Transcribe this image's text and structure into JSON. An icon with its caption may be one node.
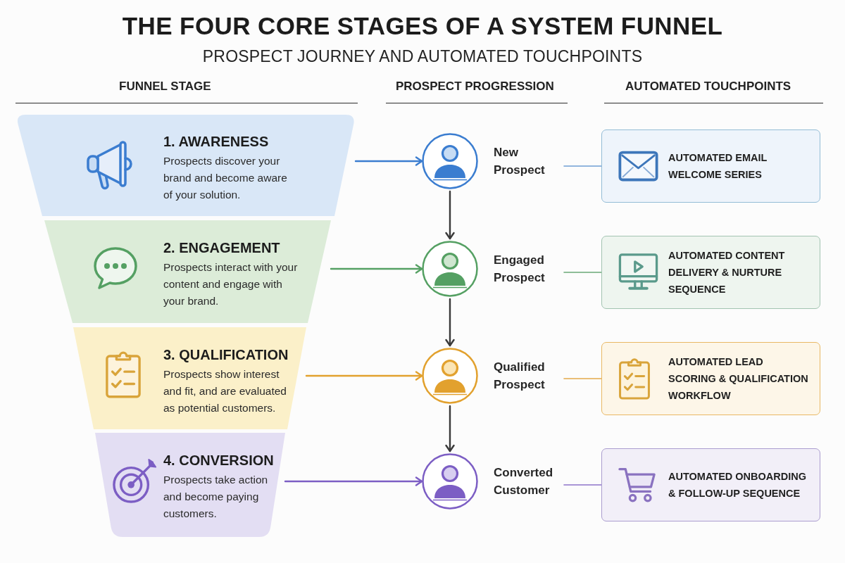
{
  "diagram": {
    "title": "THE FOUR CORE STAGES OF A SYSTEM FUNNEL",
    "nodes": [
      {
        "text": [
          "1. AWARENESS",
          "Prospects discover your brand and become aware of your solution."
        ]
      },
      {
        "text": [
          "2. ENGAGEMENT",
          "Prospects interact with your content and engage with your brand."
        ]
      },
      {
        "text": [
          "3. QUALIFICATION",
          "Prospects show interest and fit, and are evaluated as potential customers."
        ]
      },
      {
        "text": [
          "4. CONVERSION",
          "Prospects take action and become paying customers."
        ]
      },
      {
        "text": [
          "New Prospect"
        ]
      },
      {
        "text": [
          "Engaged Prospect"
        ]
      },
      {
        "text": [
          "Qualified Prospect"
        ]
      },
      {
        "text": [
          "Converted Customer"
        ]
      },
      {
        "text": [
          "AUTOMATED EMAIL WELCOME SERIES"
        ]
      },
      {
        "text": [
          "AUTOMATED CONTENT DELIVERY & NURTURE SEQUENCE"
        ]
      },
      {
        "text": [
          "AUTOMATED LEAD SCORING & QUALIFICATION WORKFLOW"
        ]
      },
      {
        "text": [
          "AUTOMATED ONBOARDING & FOLLOW-UP SEQUENCE"
        ]
      }
    ],
    "edges": [
      {
        "from": 0,
        "to": 4,
        "arrow": "to",
        "color": "#3b7dd0"
      },
      {
        "from": 1,
        "to": 5,
        "arrow": "to",
        "color": "#55a063"
      },
      {
        "from": 2,
        "to": 6,
        "arrow": "to",
        "color": "#e2a12e"
      },
      {
        "from": 3,
        "to": 7,
        "arrow": "to",
        "color": "#7c5ec4"
      },
      {
        "from": 4,
        "to": 5,
        "arrow": "to"
      },
      {
        "from": 5,
        "to": 6,
        "arrow": "to"
      },
      {
        "from": 6,
        "to": 7,
        "arrow": "to"
      },
      {
        "from": 4,
        "to": 8,
        "arrow": "none",
        "color": "#6f9fd4"
      },
      {
        "from": 5,
        "to": 9,
        "arrow": "none",
        "color": "#6aa877"
      },
      {
        "from": 6,
        "to": 10,
        "arrow": "none",
        "color": "#e3a94a"
      },
      {
        "from": 7,
        "to": 11,
        "arrow": "none",
        "color": "#8d74c9"
      }
    ],
    "labels": [
      "PROSPECT JOURNEY AND AUTOMATED TOUCHPOINTS",
      "FUNNEL STAGE",
      "PROSPECT PROGRESSION",
      "AUTOMATED TOUCHPOINTS"
    ]
  }
}
